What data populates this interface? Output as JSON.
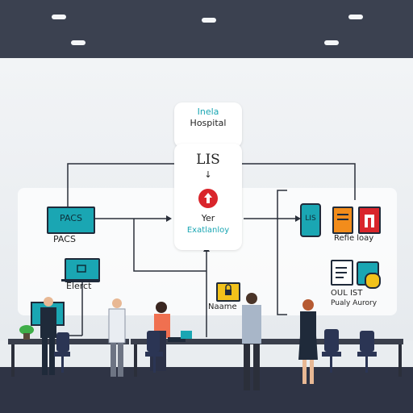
{
  "center": {
    "title_line1": "Inela",
    "title_line2": "Hospital",
    "lis": "LIS",
    "down_arrow": "↓",
    "yer": "Yer",
    "extra": "Exatlanloy"
  },
  "left": {
    "pacs_screen": "PACS",
    "pacs_label": "PACS",
    "elect_label": "Elerct"
  },
  "right": {
    "lis_tile": "LIS",
    "refe_label": "Refie loay",
    "out_line1": "OUL IST",
    "out_line2": "Pualy Aurory"
  },
  "bottom": {
    "name_label": "Naame"
  },
  "colors": {
    "teal": "#1aa6b3",
    "red": "#d9252b",
    "orange": "#f28c1b",
    "green": "#3fae49",
    "ceiling": "#3b4150",
    "floor": "#2f3445"
  }
}
